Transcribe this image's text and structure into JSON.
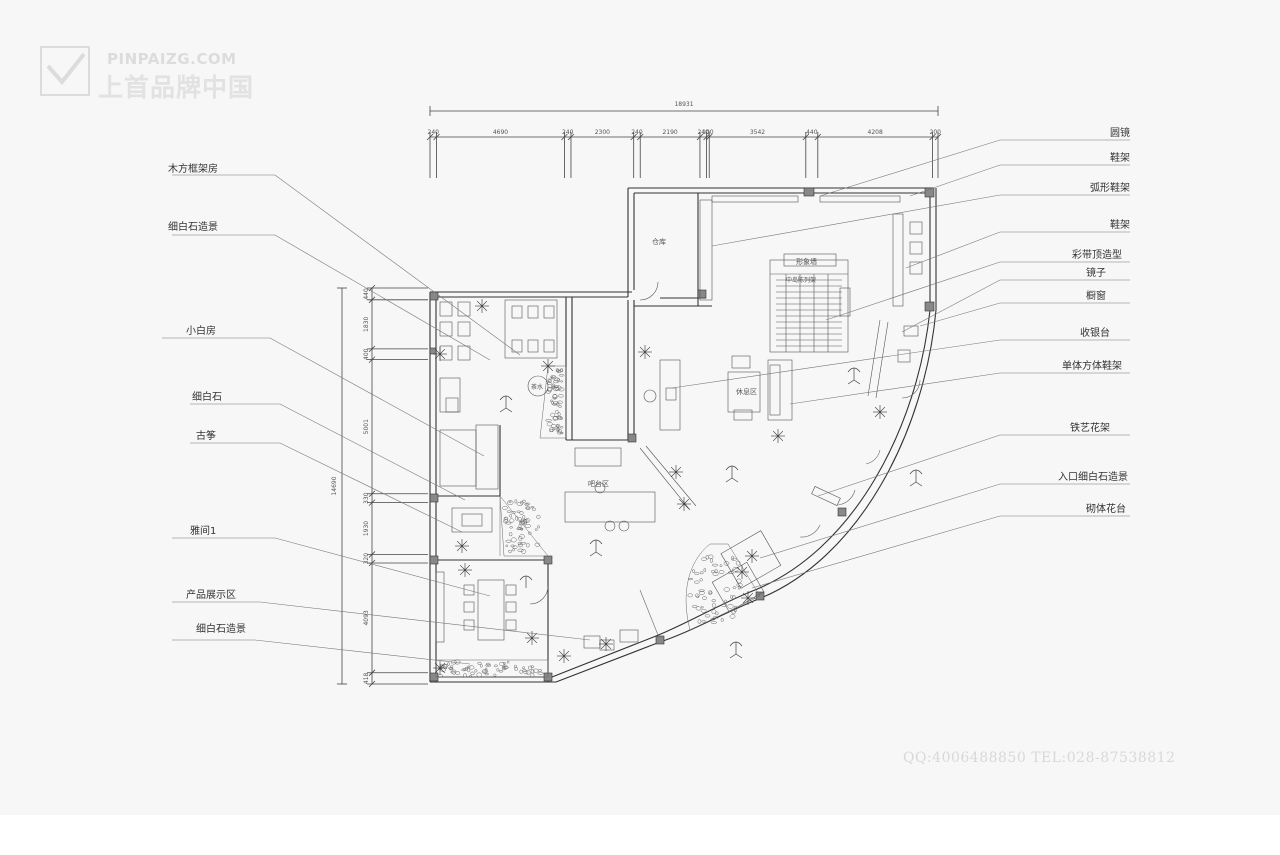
{
  "watermark": {
    "brand_en": "PINPAIZG.COM",
    "brand_cn": "上首品牌中国",
    "icon": "pinpai-logo-icon"
  },
  "contact": "QQ:4006488850  TEL:028-87538812",
  "dimensions": {
    "total_width": "18931",
    "top_segments": [
      "240",
      "4690",
      "240",
      "2300",
      "240",
      "2190",
      "240",
      "100",
      "3542",
      "440",
      "4208",
      "200"
    ],
    "total_height": "14690",
    "left_segments": [
      "440",
      "1830",
      "400",
      "5001",
      "330",
      "1930",
      "320",
      "4093",
      "418"
    ]
  },
  "labels_left": [
    "木方框架房",
    "细白石造景",
    "小白房",
    "细白石",
    "古筝",
    "雅间1",
    "产品展示区",
    "细白石造景"
  ],
  "labels_right": [
    "圆镜",
    "鞋架",
    "弧形鞋架",
    "鞋架",
    "彩带顶造型",
    "镜子",
    "橱窗",
    "收银台",
    "单体方体鞋架",
    "铁艺花架",
    "入口细白石造景",
    "砌体花台"
  ],
  "rooms": {
    "storage": "仓库",
    "rest": "休息区",
    "bar": "吧台区",
    "cooler": "茶水",
    "display": "形象墙",
    "display_sub": "中岛陈列架"
  }
}
